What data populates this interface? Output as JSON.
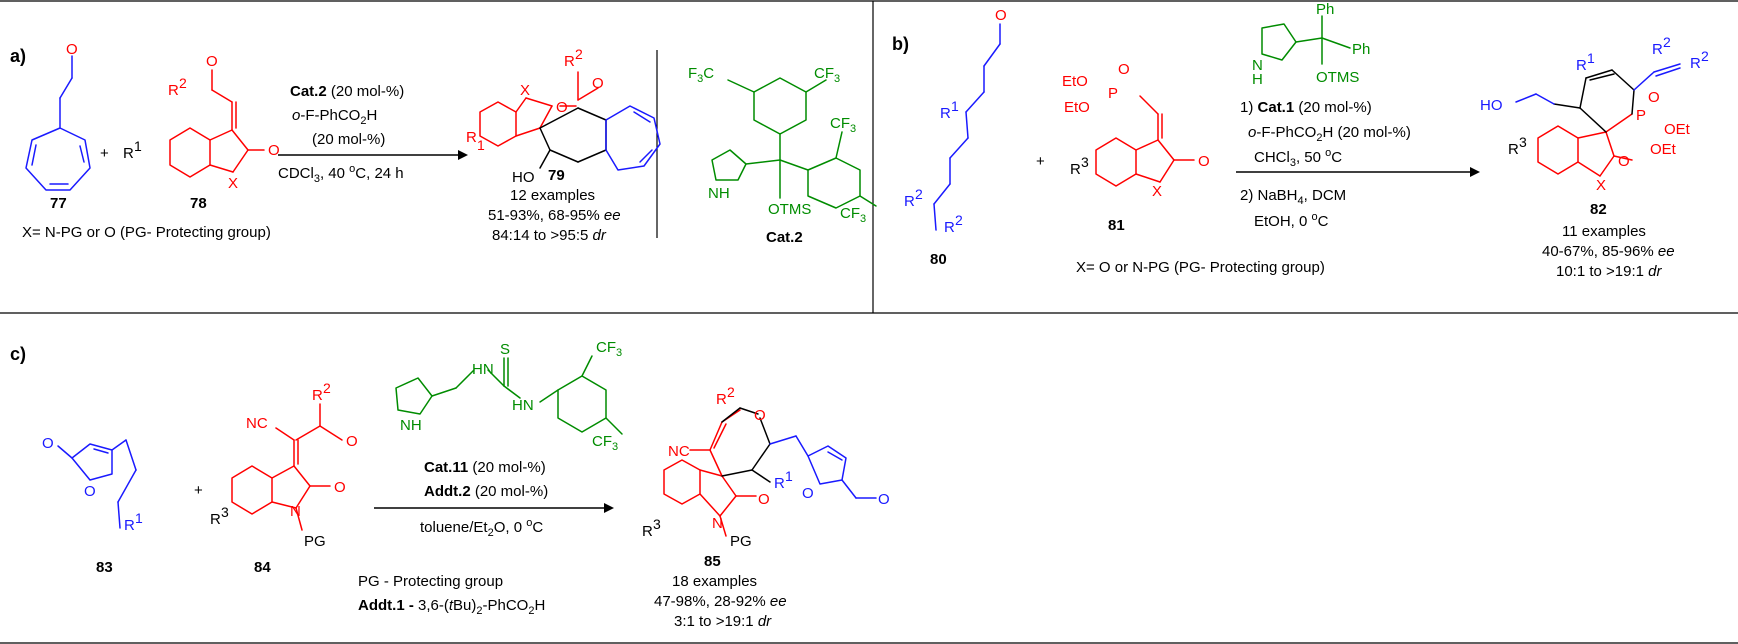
{
  "panels": {
    "a": {
      "tag": "a)",
      "compound_77": "77",
      "compound_78": "78",
      "compound_79": "79",
      "plus": "+",
      "reagent_line1_bold": "Cat.2",
      "reagent_line1_rest": "(20 mol-%)",
      "reagent_line2": "o-F-PhCO2H",
      "reagent_line3": "(20 mol-%)",
      "conditions": "CDCl3, 40 oC, 24 h",
      "x_def": "X= N-PG or O (PG- Protecting group)",
      "examples": "12 examples",
      "yield_ee": "51-93%, 68-95% ee",
      "dr": "84:14 to >95:5 dr",
      "catalyst_name": "Cat.2",
      "catalyst_labels": {
        "cf3_a": "F3C",
        "cf3_b": "CF3",
        "cf3_c": "CF3",
        "cf3_d": "CF3",
        "nh": "NH",
        "otms": "OTMS"
      },
      "atom_labels": {
        "o": "O",
        "x": "X",
        "r1": "R1",
        "r2": "R2",
        "ho": "HO"
      }
    },
    "b": {
      "tag": "b)",
      "compound_80": "80",
      "compound_81": "81",
      "compound_82": "82",
      "plus": "+",
      "step1_bold": "Cat.1",
      "step1": "1) Cat.1 (20 mol-%)",
      "step1_acid": "o-F-PhCO2H (20 mol-%)",
      "step1_cond": "CHCl3, 50 oC",
      "step2": "2) NaBH4, DCM",
      "step2_cond": "EtOH, 0 oC",
      "x_def": "X= O or N-PG (PG- Protecting group)",
      "examples": "11 examples",
      "yield_ee": "40-67%, 85-96% ee",
      "dr": "10:1 to >19:1 dr",
      "catalyst_labels": {
        "ph1": "Ph",
        "ph2": "Ph",
        "nh": "N H",
        "otms": "OTMS"
      },
      "atom_labels": {
        "eto1": "EtO",
        "eto2": "EtO",
        "p": "P",
        "o": "O",
        "oet1": "OEt",
        "oet2": "OEt",
        "r1": "R1",
        "r2": "R2",
        "r3": "R3",
        "ho": "HO",
        "x": "X"
      }
    },
    "c": {
      "tag": "c)",
      "compound_83": "83",
      "compound_84": "84",
      "compound_85": "85",
      "plus": "+",
      "reagent1": "Cat.11 (20 mol-%)",
      "reagent2": "Addt.2 (20 mol-%)",
      "conditions": "toluene/Et2O, 0 oC",
      "pg_def": "PG - Protecting group",
      "addt1": "Addt.1 - 3,6-(tBu)2-PhCO2H",
      "examples": "18 examples",
      "yield_ee": "47-98%, 28-92% ee",
      "dr": "3:1 to >19:1 dr",
      "catalyst_labels": {
        "hn": "HN",
        "s": "S",
        "hn2": "HN",
        "nh": "NH",
        "cf3a": "CF3",
        "cf3b": "CF3"
      },
      "atom_labels": {
        "nc": "NC",
        "n": "N",
        "pg": "PG",
        "o": "O",
        "r1": "R1",
        "r2": "R2",
        "r3": "R3"
      }
    }
  },
  "colors": {
    "substrate": "#1a1aff",
    "reagent": "#ff0000",
    "catalyst": "#008c00",
    "text": "#000000"
  }
}
